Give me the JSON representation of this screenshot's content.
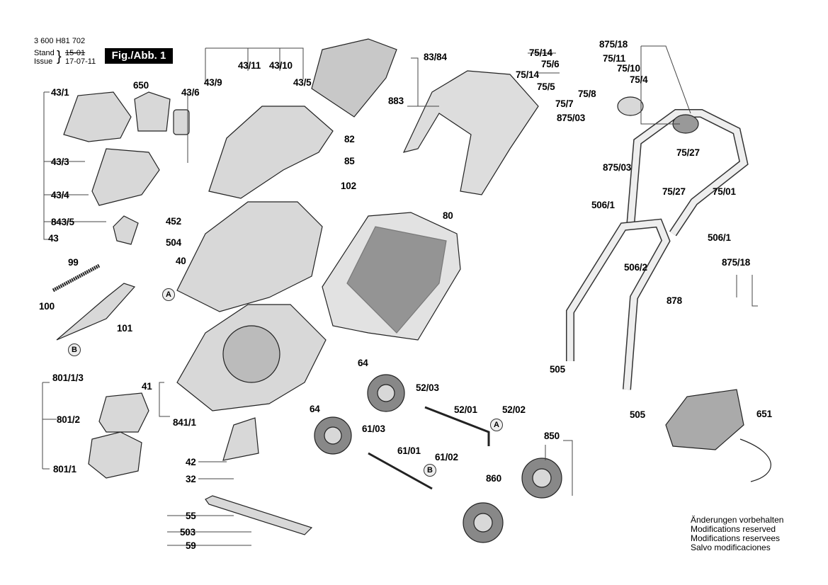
{
  "header": {
    "part_number": "3 600 H81 702",
    "stand_label": "Stand",
    "issue_label": "Issue",
    "stand_value": "15-01",
    "issue_value": "17-07-11",
    "figure_label": "Fig./Abb. 1"
  },
  "labels": [
    "43/1",
    "650",
    "43/6",
    "43/9",
    "43/11",
    "43/10",
    "43/5",
    "82",
    "85",
    "102",
    "83/84",
    "883",
    "75/14",
    "875/18",
    "75/6",
    "75/11",
    "75/14",
    "75/10",
    "75/4",
    "75/5",
    "75/8",
    "75/7",
    "875/03",
    "75/27",
    "875/03",
    "75/27",
    "75/01",
    "506/1",
    "506/1",
    "506/2",
    "875/18",
    "878",
    "505",
    "505",
    "651",
    "80",
    "43/3",
    "43/4",
    "843/5",
    "43",
    "452",
    "504",
    "40",
    "99",
    "100",
    "101",
    "64",
    "52/03",
    "64",
    "52/01",
    "52/02",
    "850",
    "61/03",
    "61/01",
    "61/02",
    "860",
    "801/1/3",
    "41",
    "801/2",
    "841/1",
    "42",
    "32",
    "801/1",
    "55",
    "503",
    "59"
  ],
  "callouts": [
    "A",
    "B",
    "A",
    "B"
  ],
  "notes": [
    "Änderungen vorbehalten",
    "Modifications reserved",
    "Modifications reservees",
    "Salvo modificaciones"
  ]
}
